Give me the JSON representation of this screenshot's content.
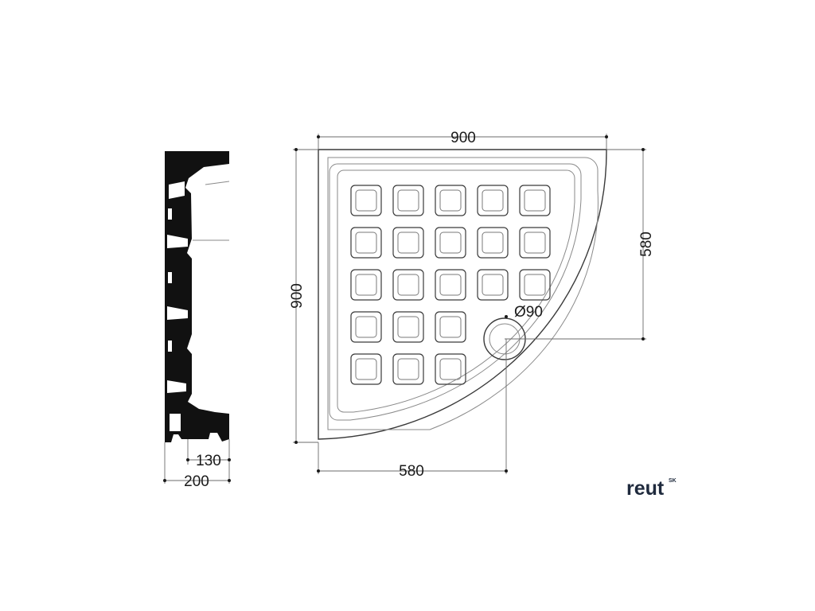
{
  "dimensions": {
    "top_width": "900",
    "left_height": "900",
    "right_height": "580",
    "bottom_width": "580",
    "drain_diameter": "Ø90",
    "side_inner_height": "130",
    "side_total_height": "200"
  },
  "brand": {
    "name": "reut",
    "superscript": "SK"
  },
  "grid": {
    "rows": [
      5,
      5,
      5,
      3,
      3
    ]
  },
  "colors": {
    "ink": "#1a1a1a",
    "profile_fill": "#111111",
    "brand": "#1f2a3d"
  }
}
